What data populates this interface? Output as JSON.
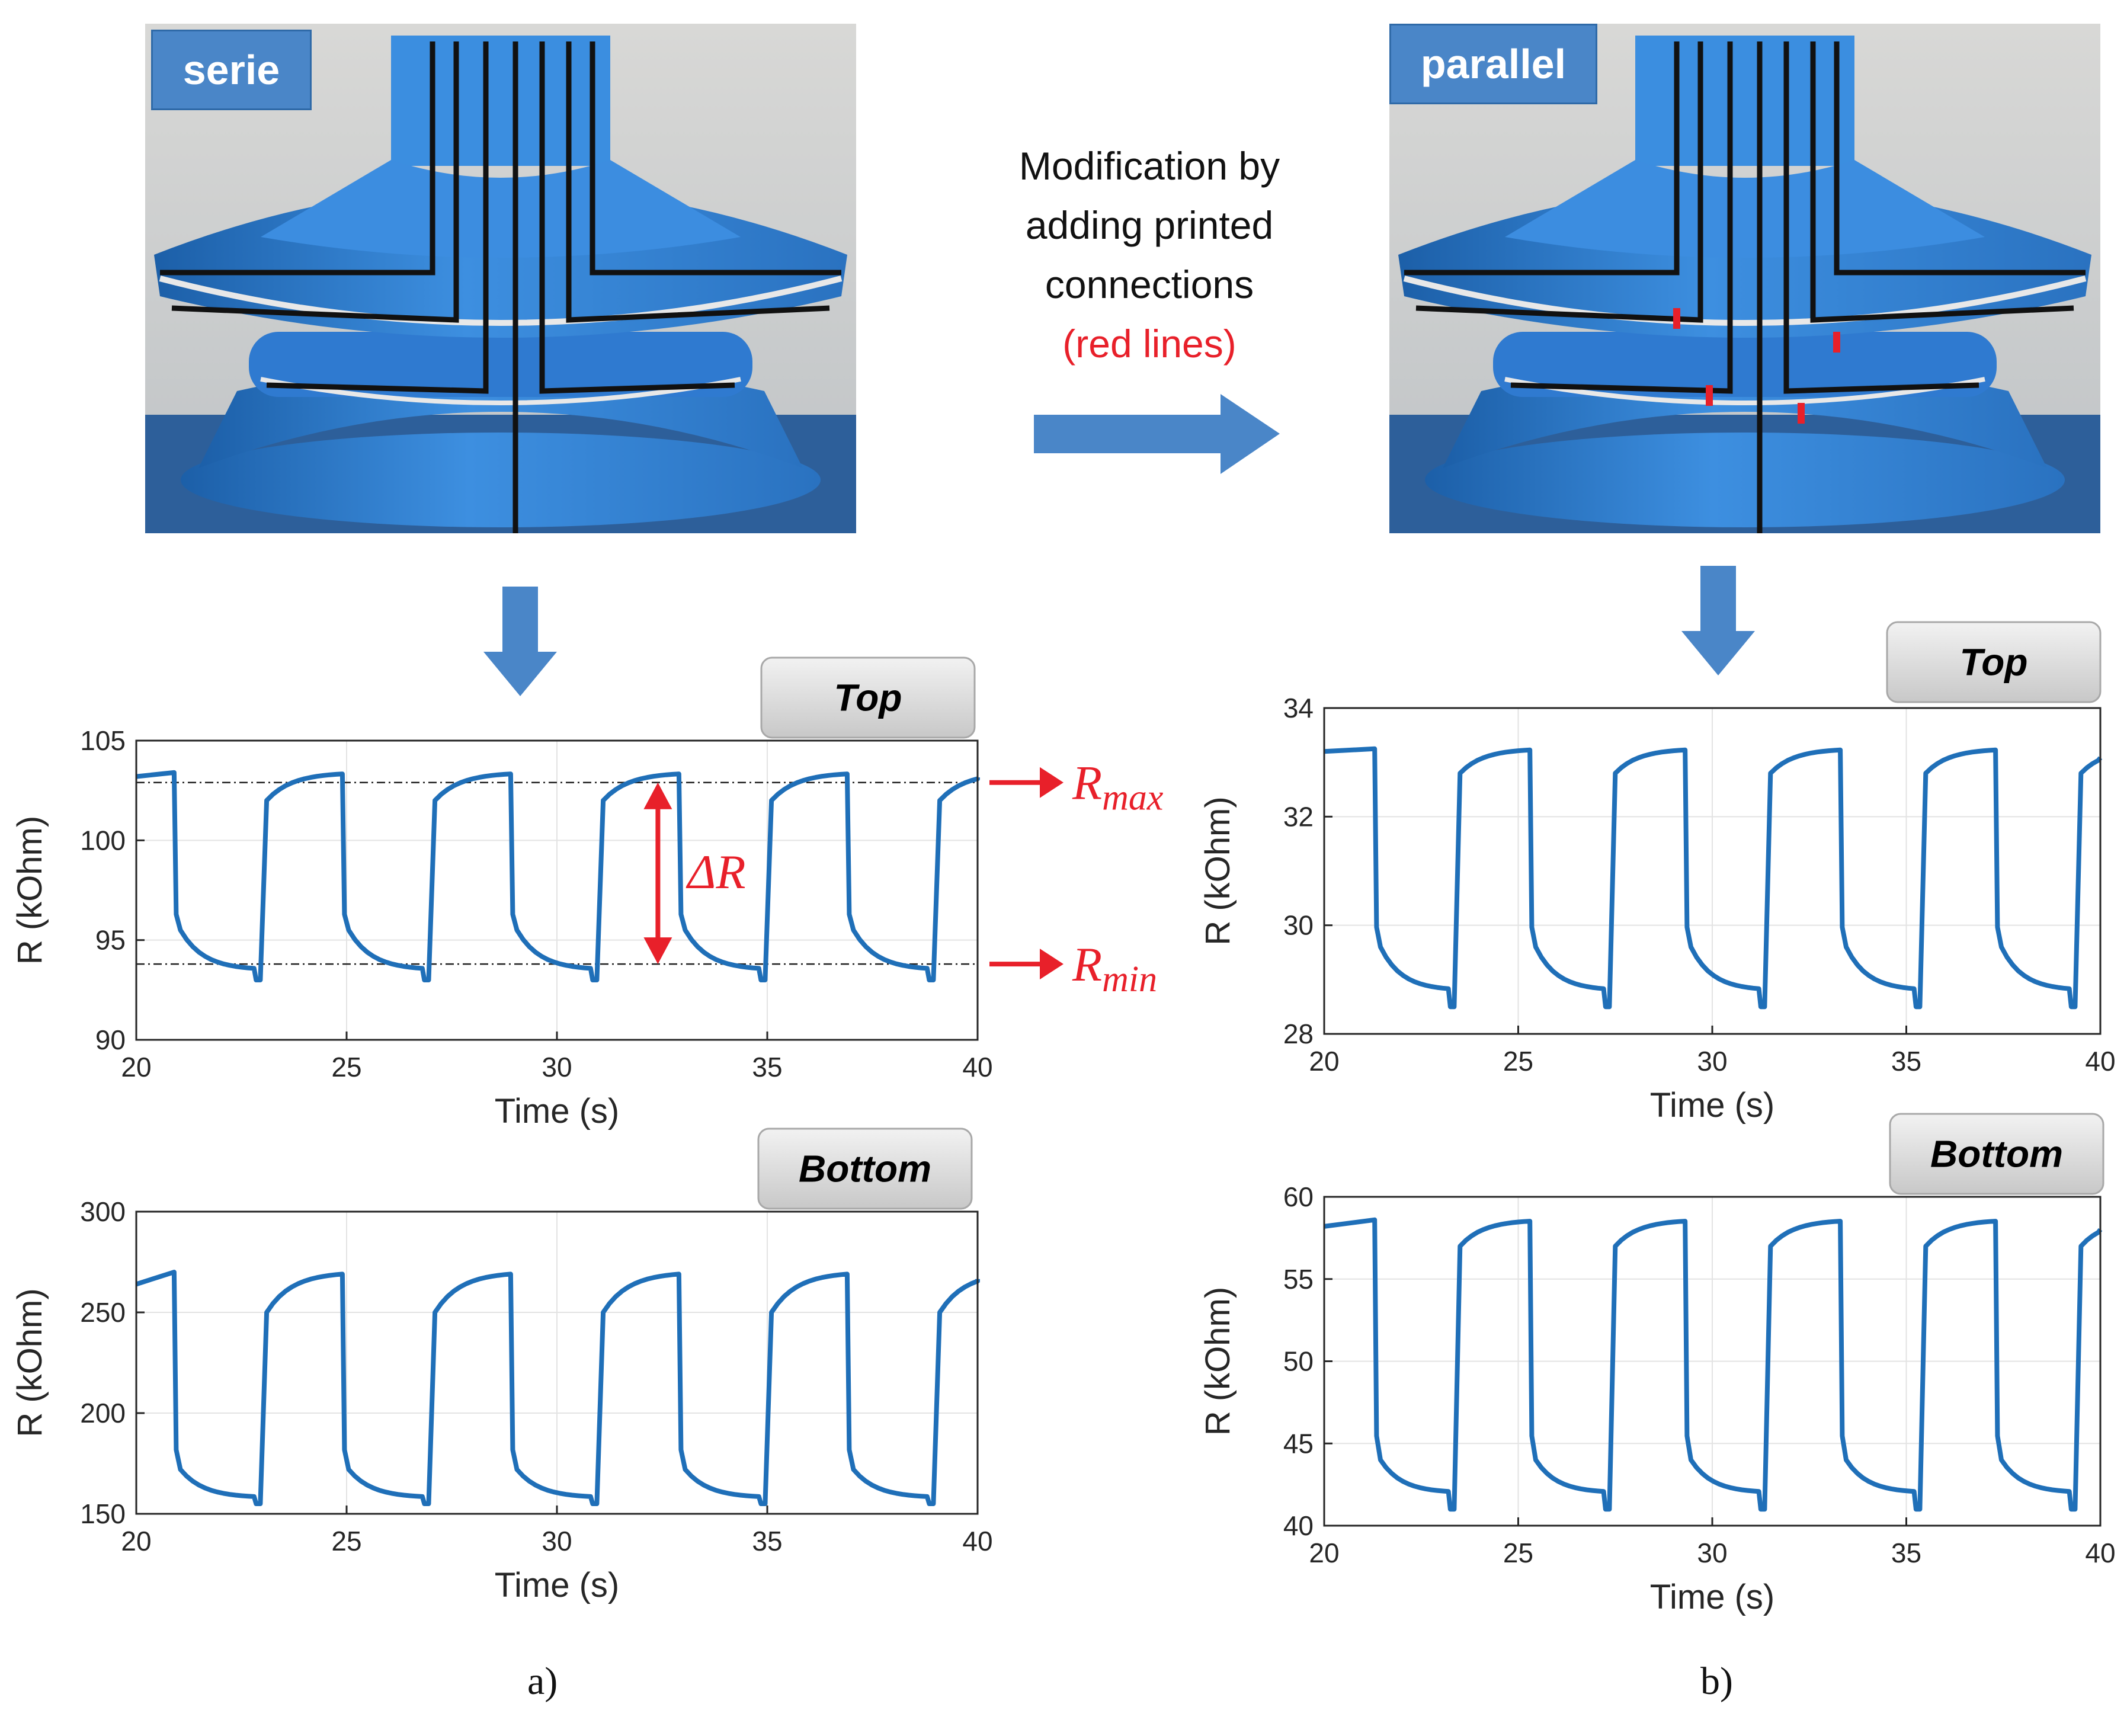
{
  "colors": {
    "series": "#1f6fb8",
    "annotation": "#e8202a",
    "arrow": "#4a86c8",
    "tag_fill": "#4a86c8",
    "panel_tab": "#d9d9d9"
  },
  "photos": {
    "left_tag": "serie",
    "right_tag": "parallel"
  },
  "modification": {
    "line1": "Modification by",
    "line2": "adding printed",
    "line3": "connections",
    "line4": "(red lines)"
  },
  "panel_labels": {
    "a": "a)",
    "b": "b)"
  },
  "chart_data": [
    {
      "type": "line",
      "panel": "a",
      "tab_title": "Top",
      "xlabel": "Time (s)",
      "ylabel": "R (kOhm)",
      "xlim": [
        20,
        40
      ],
      "ylim": [
        90,
        105
      ],
      "xticks": [
        20,
        25,
        30,
        35,
        40
      ],
      "yticks": [
        90,
        95,
        100,
        105
      ],
      "grid": true,
      "cycle": {
        "period": 4,
        "first_fall": 20.9,
        "high_start": 103.2,
        "high_end": 103.4,
        "after_fall": 95.5,
        "low_end": 93.5,
        "low_dip": 93.0,
        "rise_top": 102.0
      },
      "series": [
        {
          "x": [
            20.0,
            20.9,
            23.0,
            23.1,
            24.9,
            27.0,
            28.9,
            31.0,
            32.9,
            35.0,
            36.9,
            39.0,
            39.1,
            40.0
          ],
          "y": [
            103.2,
            103.4,
            93.8,
            93.3,
            103.4,
            93.4,
            103.4,
            93.3,
            103.3,
            93.0,
            103.3,
            92.8,
            94.0,
            102.6
          ]
        }
      ],
      "hlines": [
        {
          "y": 102.9,
          "label_main": "R",
          "label_sub": "max"
        },
        {
          "y": 93.8,
          "label_main": "R",
          "label_sub": "min"
        }
      ],
      "delta_label": "ΔR",
      "delta_x": 32.4
    },
    {
      "type": "line",
      "panel": "a",
      "tab_title": "Bottom",
      "xlabel": "Time (s)",
      "ylabel": "R (kOhm)",
      "xlim": [
        20,
        40
      ],
      "ylim": [
        150,
        300
      ],
      "xticks": [
        20,
        25,
        30,
        35,
        40
      ],
      "yticks": [
        150,
        200,
        250,
        300
      ],
      "grid": true,
      "cycle": {
        "period": 4,
        "first_fall": 20.9,
        "high_start": 264,
        "high_end": 270,
        "after_fall": 172,
        "low_end": 158,
        "low_dip": 155,
        "rise_top": 250
      },
      "series": [
        {
          "x": [
            20.0,
            20.9,
            23.0,
            24.9,
            27.0,
            28.9,
            31.0,
            32.9,
            35.0,
            36.9,
            39.0,
            40.0
          ],
          "y": [
            264,
            270,
            158,
            269,
            157,
            270,
            156,
            269,
            155,
            269,
            155,
            262
          ]
        }
      ]
    },
    {
      "type": "line",
      "panel": "b",
      "tab_title": "Top",
      "xlabel": "Time (s)",
      "ylabel": "R (kOhm)",
      "xlim": [
        20,
        40
      ],
      "ylim": [
        28,
        34
      ],
      "xticks": [
        20,
        25,
        30,
        35,
        40
      ],
      "yticks": [
        28,
        30,
        32,
        34
      ],
      "grid": true,
      "cycle": {
        "period": 4,
        "first_fall": 21.3,
        "high_start": 33.2,
        "high_end": 33.25,
        "after_fall": 29.6,
        "low_end": 28.8,
        "low_dip": 28.5,
        "rise_top": 32.8
      },
      "series": [
        {
          "x": [
            20.0,
            21.3,
            23.3,
            25.3,
            27.3,
            29.3,
            31.3,
            33.3,
            35.3,
            37.3,
            39.3,
            40.0
          ],
          "y": [
            33.2,
            33.25,
            28.5,
            33.1,
            28.45,
            33.05,
            28.35,
            33.0,
            28.3,
            32.95,
            28.2,
            32.8
          ]
        }
      ]
    },
    {
      "type": "line",
      "panel": "b",
      "tab_title": "Bottom",
      "xlabel": "Time (s)",
      "ylabel": "R (kOhm)",
      "xlim": [
        20,
        40
      ],
      "ylim": [
        40,
        60
      ],
      "xticks": [
        20,
        25,
        30,
        35,
        40
      ],
      "yticks": [
        40,
        45,
        50,
        55,
        60
      ],
      "grid": true,
      "cycle": {
        "period": 4,
        "first_fall": 21.3,
        "high_start": 58.2,
        "high_end": 58.6,
        "after_fall": 44.0,
        "low_end": 42.0,
        "low_dip": 41.0,
        "rise_top": 57.0
      },
      "series": [
        {
          "x": [
            20.0,
            21.3,
            23.3,
            25.3,
            27.3,
            29.3,
            31.3,
            33.3,
            35.3,
            37.3,
            39.3,
            40.0
          ],
          "y": [
            58.2,
            58.6,
            41.0,
            58.5,
            41.0,
            58.4,
            41.0,
            58.3,
            41.0,
            58.2,
            40.8,
            57.5
          ]
        }
      ]
    }
  ]
}
